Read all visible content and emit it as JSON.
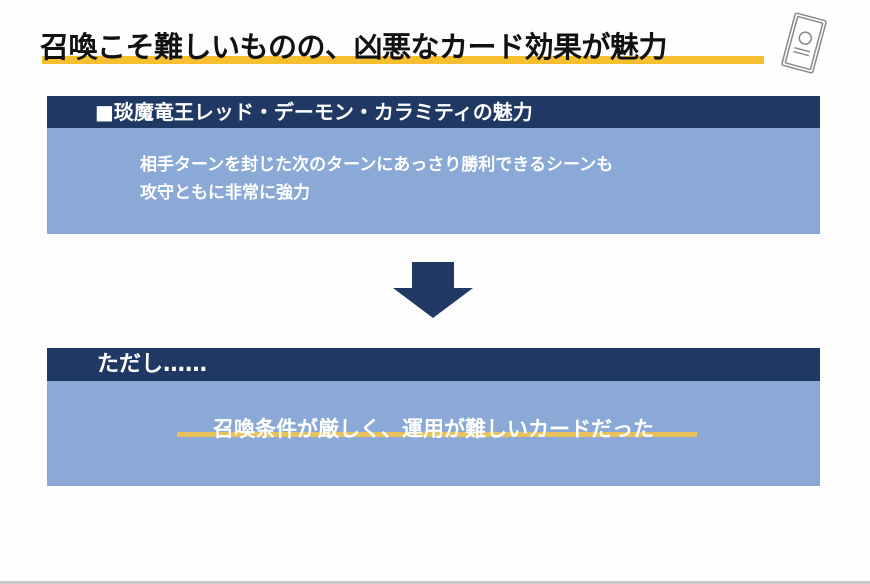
{
  "title": "召喚こそ難しいものの、凶悪なカード効果が魅力",
  "box1": {
    "heading": "■琰魔竜王レッド・デーモン・カラミティの魅力",
    "lines": [
      "相手ターンを封じた次のターンにあっさり勝利できるシーンも",
      "攻守ともに非常に強力"
    ]
  },
  "box2": {
    "heading": "ただし……",
    "conclusion": "召喚条件が厳しく、運用が難しいカードだった"
  },
  "colors": {
    "navy": "#1f3864",
    "light_blue": "#8aa9d7",
    "accent_yellow": "#f5bf2f"
  }
}
